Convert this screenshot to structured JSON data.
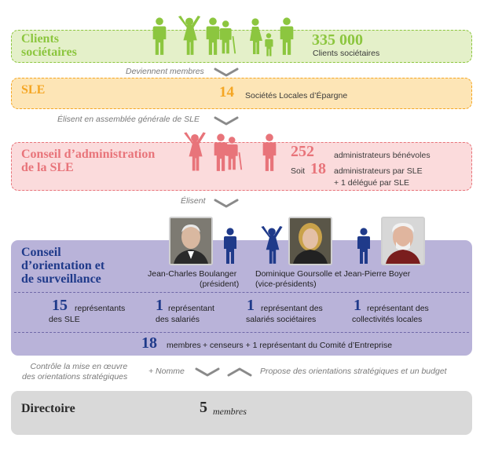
{
  "colors": {
    "green": "#8cc63f",
    "green_bg": "#e4f0c9",
    "orange": "#f5a623",
    "orange_bg": "#fde5b6",
    "red": "#e8747a",
    "red_bg": "#fbdbdc",
    "navy": "#1f3a8a",
    "lilac_bg": "#b9b3d9",
    "gray_bg": "#d9d9d9"
  },
  "clients": {
    "title_l1": "Clients",
    "title_l2": "sociétaires",
    "number": "335 000",
    "caption": "Clients sociétaires"
  },
  "conn1": "Deviennent membres",
  "sle": {
    "title": "SLE",
    "number": "14",
    "caption": "Sociétés Locales d’Épargne"
  },
  "conn2": "Élisent en assemblée générale de SLE",
  "conseil_admin": {
    "title_l1": "Conseil d’administration",
    "title_l2": "de la SLE",
    "number1": "252",
    "caption1": "administrateurs bénévoles",
    "prefix2": "Soit",
    "number2": "18",
    "caption2": "administrateurs par SLE",
    "caption3": "+ 1 délégué par SLE"
  },
  "conn3": "Élisent",
  "cos": {
    "title_l1": "Conseil",
    "title_l2": "d’orientation et",
    "title_l3": "de surveillance",
    "person1_name": "Jean-Charles Boulanger",
    "person1_role": "(président)",
    "persons23": "Dominique Goursolle et Jean-Pierre Boyer",
    "persons23_role": "(vice-présidents)",
    "reps": [
      {
        "number": "15",
        "line1": "représentants",
        "line2": "des SLE"
      },
      {
        "number": "1",
        "line1": "représentant",
        "line2": "des salariés"
      },
      {
        "number": "1",
        "line1": "représentant des",
        "line2": "salariés sociétaires"
      },
      {
        "number": "1",
        "line1": "représentant des",
        "line2": "collectivités locales"
      }
    ],
    "members_number": "18",
    "members_text": "membres",
    "members_rest": "+ censeurs  + 1 représentant du Comité d’Entreprise"
  },
  "conn4": {
    "left_l1": "Contrôle la mise en œuvre",
    "left_l2": "des orientations stratégiques",
    "plus_nomme": "+ Nomme",
    "right": "Propose des orientations stratégiques et un budget"
  },
  "directoire": {
    "title": "Directoire",
    "number": "5",
    "caption": "membres"
  },
  "icons": [
    "person-icon",
    "chevron-down-icon",
    "chevron-up-icon",
    "portrait-photo"
  ]
}
